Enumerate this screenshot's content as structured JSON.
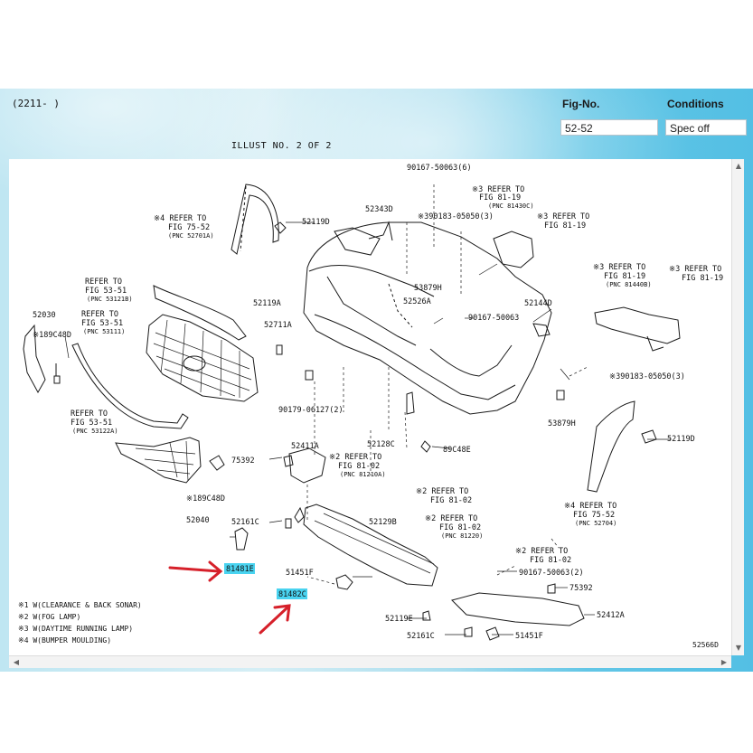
{
  "header": {
    "range": "(2211-      )",
    "fig_no_label": "Fig-No.",
    "conditions_label": "Conditions",
    "fig_no_value": "52-52",
    "conditions_value": "Spec off",
    "illust_no": "ILLUST NO. 2 OF 2"
  },
  "diagram": {
    "labels": {
      "p90167_top": "90167-50063(6)",
      "refer_81_19_a1": "※3 REFER TO",
      "refer_81_19_a2": "FIG 81-19",
      "refer_81_19_a3": "(PNC 81430C)",
      "p52343d": "52343D",
      "refer_75_52_a1": "※4 REFER TO",
      "refer_75_52_a2": "FIG 75-52",
      "refer_75_52_a3": "(PNC 52701A)",
      "p52119d_top": "52119D",
      "p90183_top": "※390183-05050(3)",
      "refer_81_19_b1": "※3 REFER TO",
      "refer_81_19_b2": "FIG 81-19",
      "refer_53_51_a1": "REFER TO",
      "refer_53_51_a2": "FIG 53-51",
      "refer_53_51_a3": "(PNC 53121B)",
      "p53879h_top": "53879H",
      "refer_81_19_c1": "※3 REFER TO",
      "refer_81_19_c2": "FIG 81-19",
      "refer_81_19_c3": "(PNC 81440B)",
      "refer_81_19_d1": "※3 REFER TO",
      "refer_81_19_d2": "FIG 81-19",
      "p52119a": "52119A",
      "p52526a": "52526A",
      "p52144d": "52144D",
      "p52030": "52030",
      "refer_53_51_b1": "REFER TO",
      "refer_53_51_b2": "FIG 53-51",
      "refer_53_51_b3": "(PNC 53111)",
      "p90167_mid": "90167-50063",
      "p189c48d_left": "※189C48D",
      "p52711a": "52711A",
      "p90183_right": "※390183-05050(3)",
      "refer_53_51_c1": "REFER TO",
      "refer_53_51_c2": "FIG 53-51",
      "refer_53_51_c3": "(PNC 53122A)",
      "p90179": "90179-06127(2)",
      "p53879h_right": "53879H",
      "p52128c": "52128C",
      "p52119d_right": "52119D",
      "p89c48e": "89C48E",
      "p75392_left": "75392",
      "p52411a": "52411A",
      "refer_81_02_a1": "※2 REFER TO",
      "refer_81_02_a2": "FIG 81-02",
      "refer_81_02_a3": "(PNC 81210A)",
      "refer_81_02_b1": "※2 REFER TO",
      "refer_81_02_b2": "FIG 81-02",
      "p189c48d_bottom": "※189C48D",
      "refer_75_52_b1": "※4 REFER TO",
      "refer_75_52_b2": "FIG 75-52",
      "refer_75_52_b3": "(PNC 52704)",
      "p52040": "52040",
      "p52161c_left": "52161C",
      "p52129b": "52129B",
      "refer_81_02_c1": "※2 REFER TO",
      "refer_81_02_c2": "FIG 81-02",
      "refer_81_02_c3": "(PNC 81220)",
      "refer_81_02_d1": "※2 REFER TO",
      "refer_81_02_d2": "FIG 81-02",
      "p81481e": "81481E",
      "p51451f_left": "51451F",
      "p90167_bottom": "90167-50063(2)",
      "p75392_right": "75392",
      "p81482c": "81482C",
      "p52412a": "52412A",
      "p52119e": "52119E",
      "p52161c_bottom": "52161C",
      "p51451f_bottom": "51451F",
      "note1": "※1 W(CLEARANCE & BACK SONAR)",
      "note2": "※2 W(FOG LAMP)",
      "note3": "※3 W(DAYTIME RUNNING LAMP)",
      "note4": "※4 W(BUMPER MOULDING)",
      "code": "52566D"
    },
    "colors": {
      "highlight": "#49d3f0",
      "arrow": "#d6202a",
      "line": "#1a1a1a"
    }
  }
}
